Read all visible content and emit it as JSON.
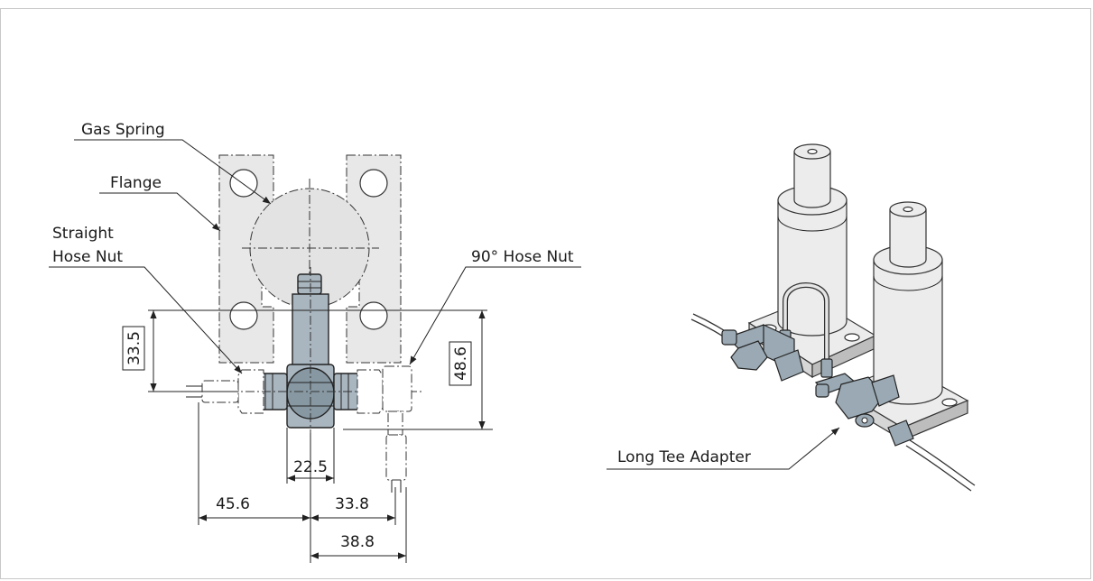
{
  "labels": {
    "gas_spring": "Gas Spring",
    "flange": "Flange",
    "straight_hose_nut_line1": "Straight",
    "straight_hose_nut_line2": "Hose Nut",
    "hose_nut_90": "90° Hose Nut",
    "long_tee_adapter": "Long Tee Adapter"
  },
  "dimensions": {
    "d_33_5": "33.5",
    "d_48_6": "48.6",
    "d_22_5": "22.5",
    "d_45_6": "45.6",
    "d_33_8": "33.8",
    "d_38_8": "38.8"
  },
  "colors": {
    "fitting_metal": "#a9b6bf",
    "flange_fill": "#e8e8e8",
    "frame_border": "#c8c8c8"
  }
}
